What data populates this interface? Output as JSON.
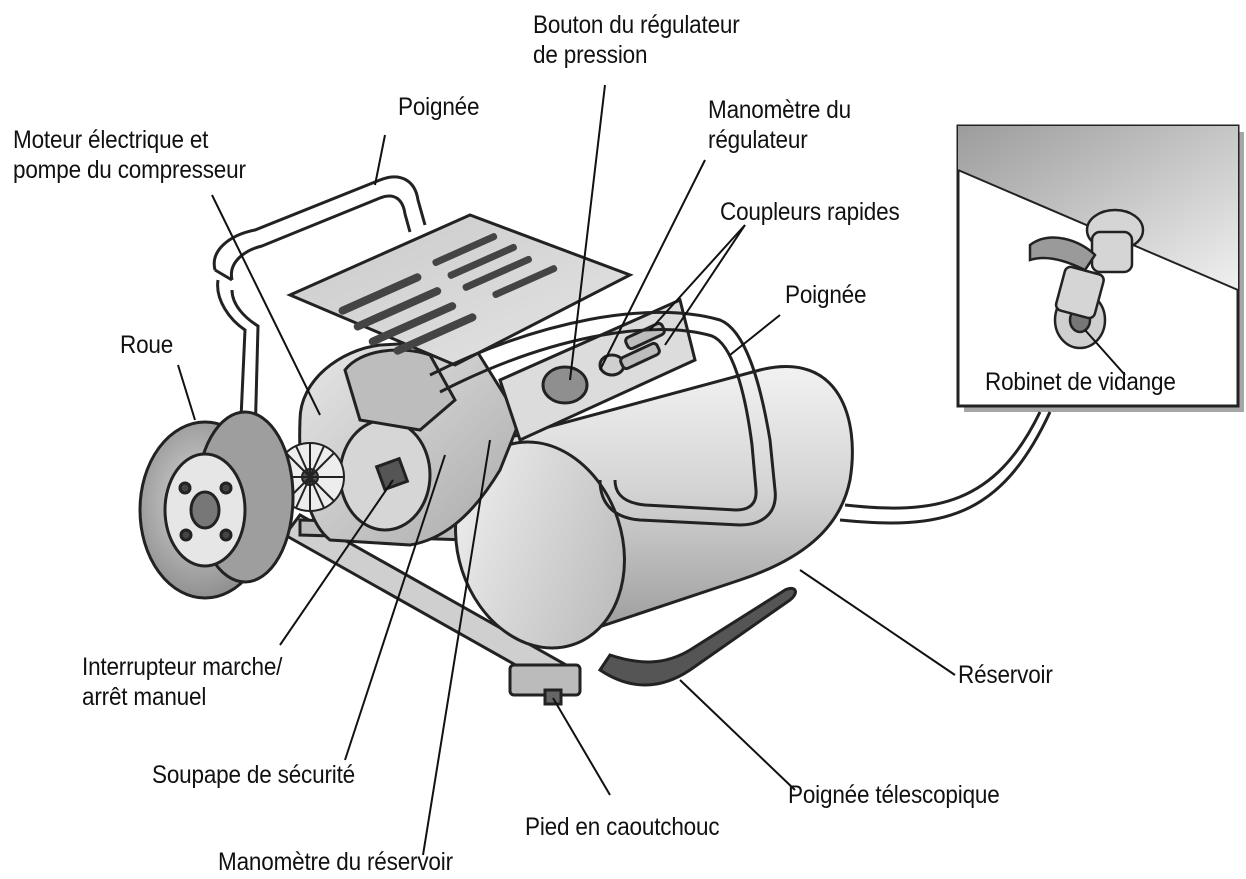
{
  "diagram": {
    "labels": {
      "bouton_regulateur": [
        "Bouton du régulateur",
        "de pression"
      ],
      "poignee_haut": "Poignée",
      "moteur": [
        "Moteur électrique et",
        "pompe du compresseur"
      ],
      "manometre_regulateur": [
        "Manomètre du",
        "régulateur"
      ],
      "coupleurs": "Coupleurs rapides",
      "poignee_droite": "Poignée",
      "roue": "Roue",
      "robinet": "Robinet de vidange",
      "interrupteur": [
        "Interrupteur marche/",
        "arrêt manuel"
      ],
      "reservoir": "Réservoir",
      "soupape": "Soupape de sécurité",
      "poignee_telescopique": "Poignée télescopique",
      "pied": "Pied en caoutchouc",
      "manometre_reservoir": "Manomètre du réservoir"
    }
  }
}
